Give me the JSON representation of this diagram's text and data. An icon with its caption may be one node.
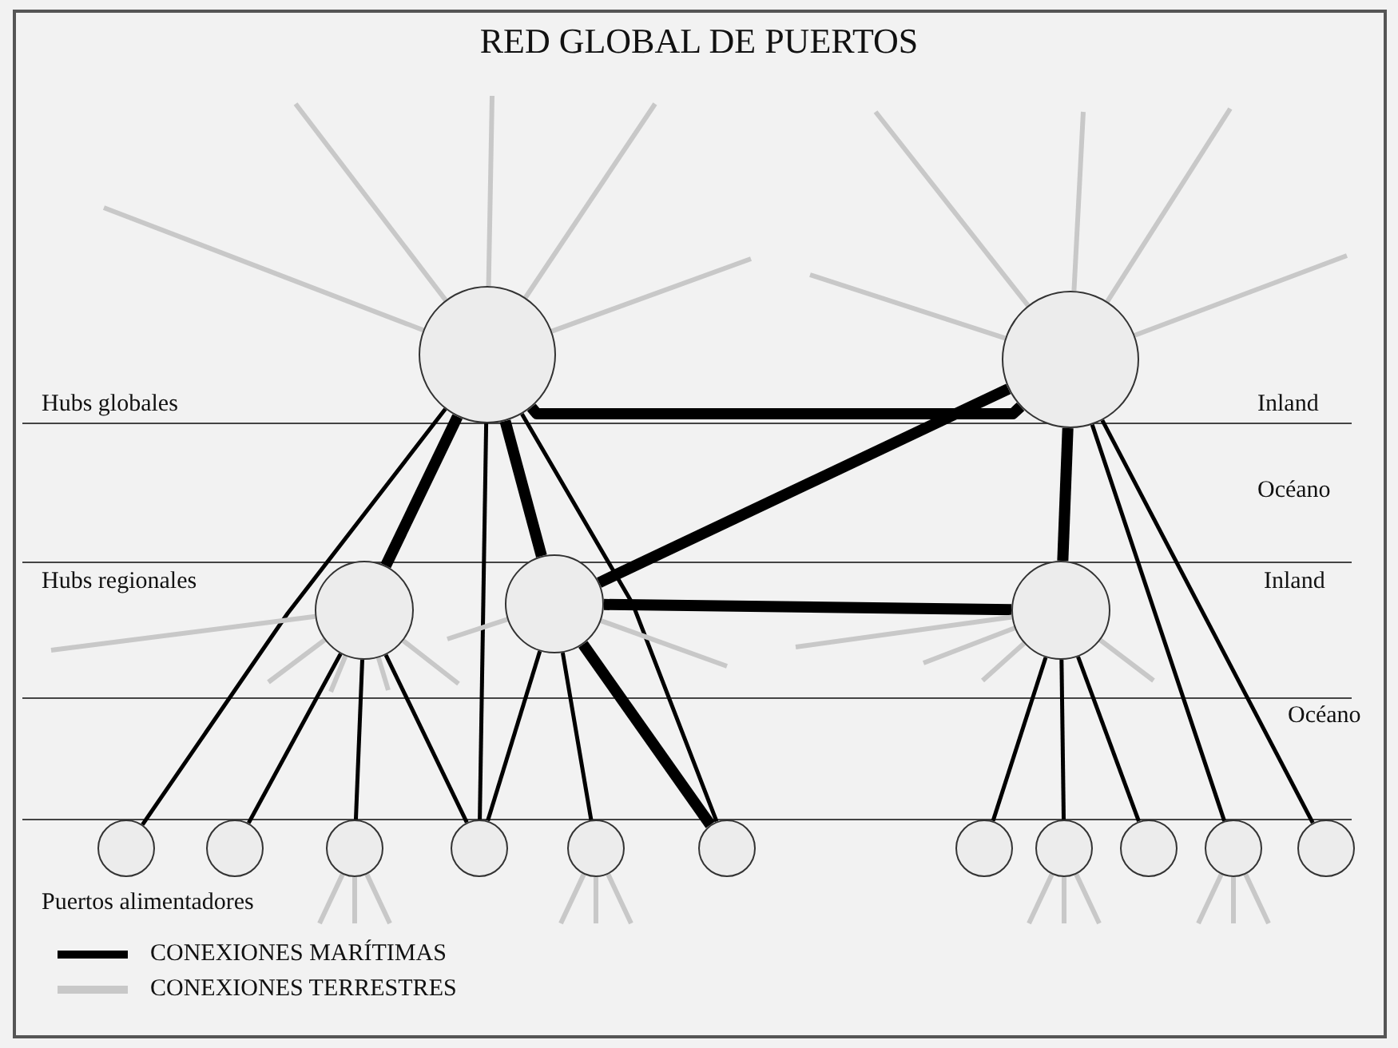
{
  "diagram": {
    "title": "RED GLOBAL DE PUERTOS",
    "nodes": [
      {
        "text": [],
        "shape": "circle"
      },
      {
        "text": [],
        "shape": "circle"
      },
      {
        "text": [],
        "shape": "circle"
      },
      {
        "text": [],
        "shape": "circle"
      },
      {
        "text": [],
        "shape": "circle"
      },
      {
        "text": [],
        "shape": "circle"
      },
      {
        "text": [],
        "shape": "circle"
      },
      {
        "text": [],
        "shape": "circle"
      },
      {
        "text": [],
        "shape": "circle"
      },
      {
        "text": [],
        "shape": "circle"
      },
      {
        "text": [],
        "shape": "circle"
      },
      {
        "text": [],
        "shape": "circle"
      },
      {
        "text": [],
        "shape": "circle"
      },
      {
        "text": [],
        "shape": "circle"
      },
      {
        "text": [],
        "shape": "circle"
      },
      {
        "text": [],
        "shape": "circle"
      }
    ],
    "edges": [
      {
        "from": 0,
        "to": 1,
        "arrow": "none",
        "style": "thick",
        "color": "#000000"
      },
      {
        "from": 0,
        "to": 2,
        "arrow": "none",
        "style": "thick",
        "color": "#000000"
      },
      {
        "from": 0,
        "to": 3,
        "arrow": "none",
        "style": "thick",
        "color": "#000000"
      },
      {
        "from": 3,
        "to": 1,
        "arrow": "none",
        "style": "thick",
        "color": "#000000"
      },
      {
        "from": 3,
        "to": 4,
        "arrow": "none",
        "style": "thick",
        "color": "#000000"
      },
      {
        "from": 1,
        "to": 4,
        "arrow": "none",
        "style": "thick",
        "color": "#000000"
      },
      {
        "from": 0,
        "to": 5,
        "arrow": "none",
        "color": "#000000"
      },
      {
        "from": 0,
        "to": 8,
        "arrow": "none",
        "color": "#000000"
      },
      {
        "from": 0,
        "to": 10,
        "arrow": "none",
        "color": "#000000"
      },
      {
        "from": 2,
        "to": 6,
        "arrow": "none",
        "color": "#000000"
      },
      {
        "from": 2,
        "to": 7,
        "arrow": "none",
        "color": "#000000"
      },
      {
        "from": 2,
        "to": 8,
        "arrow": "none",
        "color": "#000000"
      },
      {
        "from": 3,
        "to": 8,
        "arrow": "none",
        "color": "#000000"
      },
      {
        "from": 3,
        "to": 9,
        "arrow": "none",
        "color": "#000000"
      },
      {
        "from": 3,
        "to": 10,
        "arrow": "none",
        "style": "thick",
        "color": "#000000"
      },
      {
        "from": 4,
        "to": 11,
        "arrow": "none",
        "color": "#000000"
      },
      {
        "from": 4,
        "to": 12,
        "arrow": "none",
        "color": "#000000"
      },
      {
        "from": 4,
        "to": 13,
        "arrow": "none",
        "color": "#000000"
      },
      {
        "from": 1,
        "to": 14,
        "arrow": "none",
        "color": "#000000"
      },
      {
        "from": 1,
        "to": 15,
        "arrow": "none",
        "color": "#000000"
      },
      {
        "from": 0,
        "to": null,
        "arrow": "none",
        "color": "#c8c8c8"
      },
      {
        "from": 0,
        "to": null,
        "arrow": "none",
        "color": "#c8c8c8"
      },
      {
        "from": 0,
        "to": null,
        "arrow": "none",
        "color": "#c8c8c8"
      },
      {
        "from": 0,
        "to": null,
        "arrow": "none",
        "color": "#c8c8c8"
      },
      {
        "from": 0,
        "to": null,
        "arrow": "none",
        "color": "#c8c8c8"
      },
      {
        "from": 1,
        "to": null,
        "arrow": "none",
        "color": "#c8c8c8"
      },
      {
        "from": 1,
        "to": null,
        "arrow": "none",
        "color": "#c8c8c8"
      },
      {
        "from": 1,
        "to": null,
        "arrow": "none",
        "color": "#c8c8c8"
      },
      {
        "from": 1,
        "to": null,
        "arrow": "none",
        "color": "#c8c8c8"
      },
      {
        "from": 1,
        "to": null,
        "arrow": "none",
        "color": "#c8c8c8"
      },
      {
        "from": 2,
        "to": null,
        "arrow": "none",
        "color": "#c8c8c8"
      },
      {
        "from": 2,
        "to": null,
        "arrow": "none",
        "color": "#c8c8c8"
      },
      {
        "from": 2,
        "to": null,
        "arrow": "none",
        "color": "#c8c8c8"
      },
      {
        "from": 2,
        "to": null,
        "arrow": "none",
        "color": "#c8c8c8"
      },
      {
        "from": 2,
        "to": null,
        "arrow": "none",
        "color": "#c8c8c8"
      },
      {
        "from": 3,
        "to": null,
        "arrow": "none",
        "color": "#c8c8c8"
      },
      {
        "from": 3,
        "to": null,
        "arrow": "none",
        "color": "#c8c8c8"
      },
      {
        "from": 4,
        "to": null,
        "arrow": "none",
        "color": "#c8c8c8"
      },
      {
        "from": 4,
        "to": null,
        "arrow": "none",
        "color": "#c8c8c8"
      },
      {
        "from": 4,
        "to": null,
        "arrow": "none",
        "color": "#c8c8c8"
      },
      {
        "from": 4,
        "to": null,
        "arrow": "none",
        "color": "#c8c8c8"
      },
      {
        "from": 7,
        "to": null,
        "arrow": "none",
        "color": "#c8c8c8"
      },
      {
        "from": 7,
        "to": null,
        "arrow": "none",
        "color": "#c8c8c8"
      },
      {
        "from": 7,
        "to": null,
        "arrow": "none",
        "color": "#c8c8c8"
      },
      {
        "from": 9,
        "to": null,
        "arrow": "none",
        "color": "#c8c8c8"
      },
      {
        "from": 9,
        "to": null,
        "arrow": "none",
        "color": "#c8c8c8"
      },
      {
        "from": 9,
        "to": null,
        "arrow": "none",
        "color": "#c8c8c8"
      },
      {
        "from": 12,
        "to": null,
        "arrow": "none",
        "color": "#c8c8c8"
      },
      {
        "from": 12,
        "to": null,
        "arrow": "none",
        "color": "#c8c8c8"
      },
      {
        "from": 12,
        "to": null,
        "arrow": "none",
        "color": "#c8c8c8"
      },
      {
        "from": 14,
        "to": null,
        "arrow": "none",
        "color": "#c8c8c8"
      },
      {
        "from": 14,
        "to": null,
        "arrow": "none",
        "color": "#c8c8c8"
      },
      {
        "from": 14,
        "to": null,
        "arrow": "none",
        "color": "#c8c8c8"
      }
    ],
    "labels": [
      "Hubs globales",
      "Inland",
      "Océano",
      "Hubs regionales",
      "Inland",
      "Océano",
      "Puertos alimentadores"
    ],
    "legend": [
      {
        "text": "CONEXIONES MARÍTIMAS"
      },
      {
        "text": "CONEXIONES TERRESTRES"
      }
    ]
  }
}
